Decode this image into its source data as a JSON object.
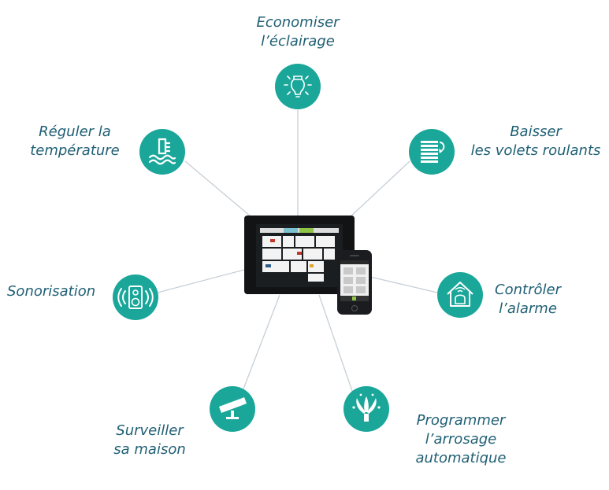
{
  "colors": {
    "teal": "#1aa79a",
    "teal_dark": "#0f8c81",
    "text": "#1f5f74",
    "connector": "#c7cfd6",
    "device_dark": "#111315"
  },
  "features": [
    {
      "id": "lighting",
      "icon": "lightbulb-icon",
      "lines": [
        "Economiser",
        "l’éclairage"
      ]
    },
    {
      "id": "shutters",
      "icon": "rolling-shutter-icon",
      "lines": [
        "Baisser",
        "les volets roulants"
      ]
    },
    {
      "id": "alarm",
      "icon": "home-alarm-icon",
      "lines": [
        "Contrôler",
        "l’alarme"
      ]
    },
    {
      "id": "watering",
      "icon": "sprinkler-icon",
      "lines": [
        "Programmer",
        "l’arrosage",
        "automatique"
      ]
    },
    {
      "id": "surveillance",
      "icon": "camera-icon",
      "lines": [
        "Surveiller",
        "sa maison"
      ]
    },
    {
      "id": "sound",
      "icon": "speaker-icon",
      "lines": [
        "Sonorisation"
      ]
    },
    {
      "id": "temperature",
      "icon": "thermometer-icon",
      "lines": [
        "Réguler la",
        "température"
      ]
    }
  ]
}
